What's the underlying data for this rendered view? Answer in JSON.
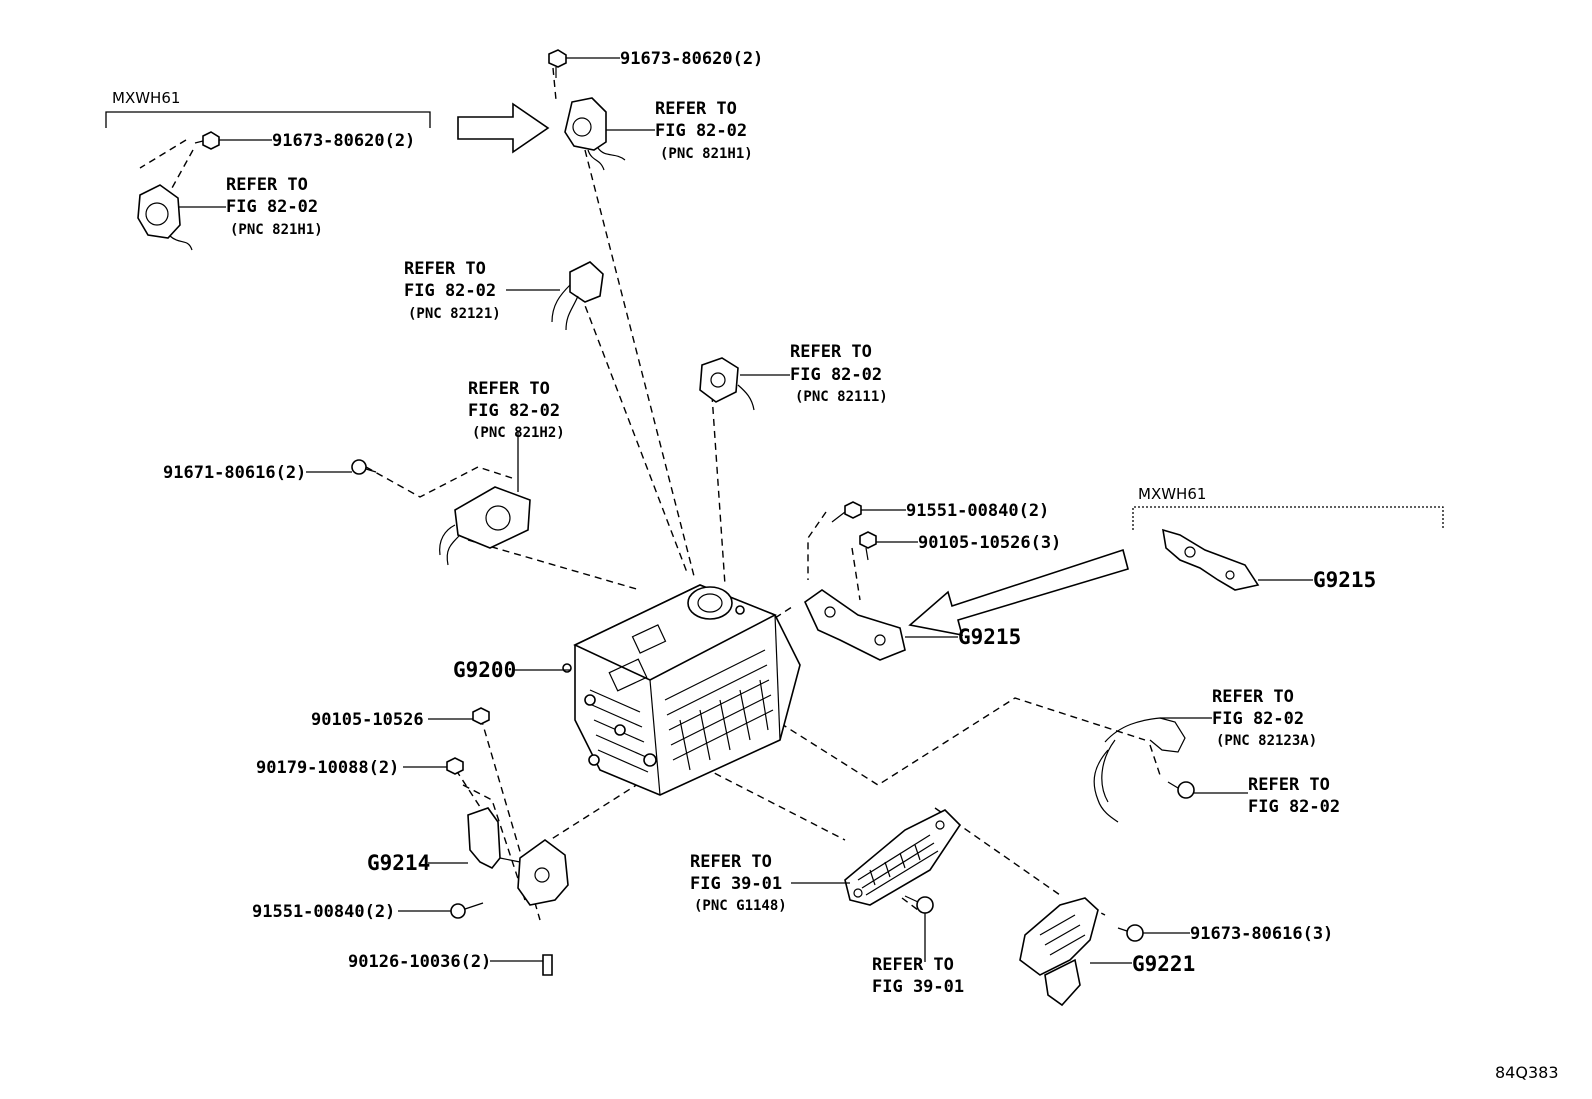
{
  "figure_id": "84Q383",
  "groups": {
    "left": "MXWH61",
    "right": "MXWH61"
  },
  "labels": {
    "top_bolt": "91673-80620(2)",
    "top_ref": [
      "REFER TO",
      "FIG 82-02",
      "(PNC 821H1)"
    ],
    "left_bolt": "91673-80620(2)",
    "left_ref": [
      "REFER TO",
      "FIG 82-02",
      "(PNC 821H1)"
    ],
    "ref_82121": [
      "REFER TO",
      "FIG 82-02",
      "(PNC 82121)"
    ],
    "ref_82111": [
      "REFER TO",
      "FIG 82-02",
      "(PNC 82111)"
    ],
    "ref_821H2": [
      "REFER TO",
      "FIG 82-02",
      "(PNC 821H2)"
    ],
    "bolt_91671": "91671-80616(2)",
    "bolt_91551_top": "91551-00840(2)",
    "bolt_90105_3": "90105-10526(3)",
    "g9215_right": "G9215",
    "g9215_center": "G9215",
    "g9200": "G9200",
    "ref_82123A": [
      "REFER TO",
      "FIG 82-02",
      "(PNC 82123A)"
    ],
    "ref_82_02_plain": [
      "REFER TO",
      "FIG 82-02"
    ],
    "bolt_90105": "90105-10526",
    "bolt_90179": "90179-10088(2)",
    "g9214": "G9214",
    "bolt_91551_bottom": "91551-00840(2)",
    "bolt_90126": "90126-10036(2)",
    "ref_G1148": [
      "REFER TO",
      "FIG 39-01",
      "(PNC G1148)"
    ],
    "ref_39_01": [
      "REFER TO",
      "FIG 39-01"
    ],
    "bolt_91673_3": "91673-80616(3)",
    "g9221": "G9221"
  }
}
